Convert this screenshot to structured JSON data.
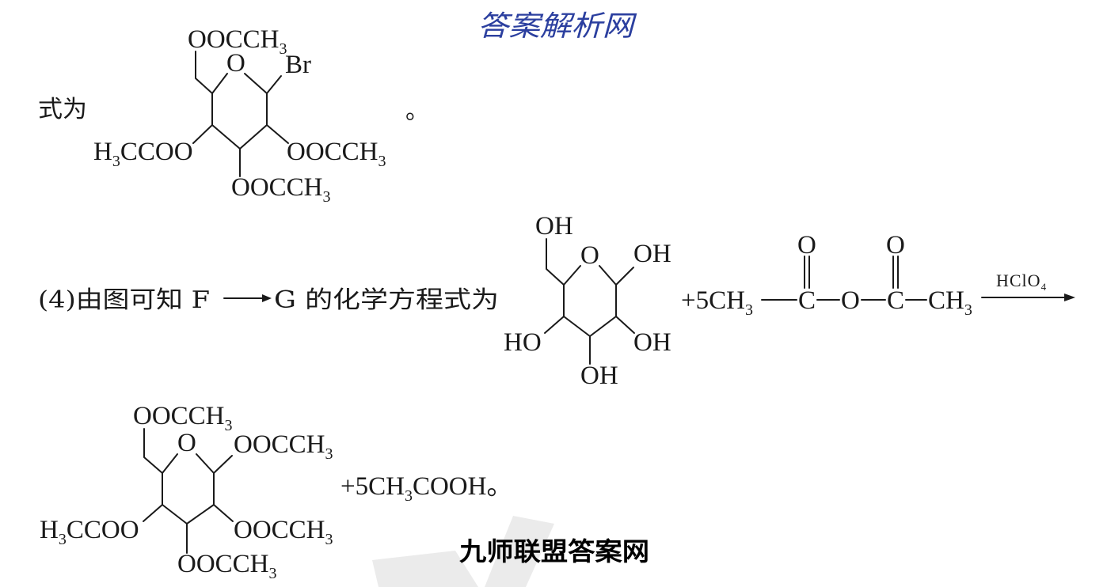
{
  "colors": {
    "title": "#2b3f9f",
    "ink": "#1a1a1a",
    "watermark": "#ebebeb",
    "background": "#ffffff"
  },
  "header": {
    "title": "答案解析网"
  },
  "part3_answer": {
    "lead_text": "式为",
    "end_mark": "。",
    "structure": {
      "ring_oxygen": "O",
      "c1_substituent": "Br",
      "c6_substituent": {
        "main": "OOCCH",
        "sub": "3"
      },
      "c2_substituent": {
        "main": "OOCCH",
        "sub": "3"
      },
      "c3_substituent": {
        "main": "OOCCH",
        "sub": "3"
      },
      "c4_substituent": {
        "lead": "H",
        "sub": "3",
        "main": "CCOO"
      }
    }
  },
  "part4_answer": {
    "text_start": "(4)由图可知 F",
    "text_end": "G 的化学方程式为",
    "reactant_glucose": {
      "ring_oxygen": "O",
      "c6_substituent": "OH",
      "c1_substituent": "OH",
      "c2_substituent": "OH",
      "c3_substituent": "OH",
      "c4_substituent": "HO"
    },
    "reactant_anhydride": {
      "coefficient_main": "+5CH",
      "coefficient_sub": "3",
      "carbonyl_carbon_1": "C",
      "carbonyl_oxygen_1": "O",
      "bridge_oxygen": "O",
      "carbonyl_carbon_2": "C",
      "carbonyl_oxygen_2": "O",
      "terminal_group": {
        "main": "CH",
        "sub": "3"
      }
    },
    "reaction_condition": {
      "main": "HClO",
      "sub": "4"
    },
    "product_ester": {
      "ring_oxygen": "O",
      "c6_substituent": {
        "main": "OOCCH",
        "sub": "3"
      },
      "c1_substituent": {
        "main": "OOCCH",
        "sub": "3"
      },
      "c2_substituent": {
        "main": "OOCCH",
        "sub": "3"
      },
      "c3_substituent": {
        "main": "OOCCH",
        "sub": "3"
      },
      "c4_substituent": {
        "lead": "H",
        "sub": "3",
        "main": "CCOO"
      }
    },
    "byproduct": {
      "lead": "+5CH",
      "sub": "3",
      "main": "COOH。"
    }
  },
  "footer": {
    "title": "九师联盟答案网"
  }
}
